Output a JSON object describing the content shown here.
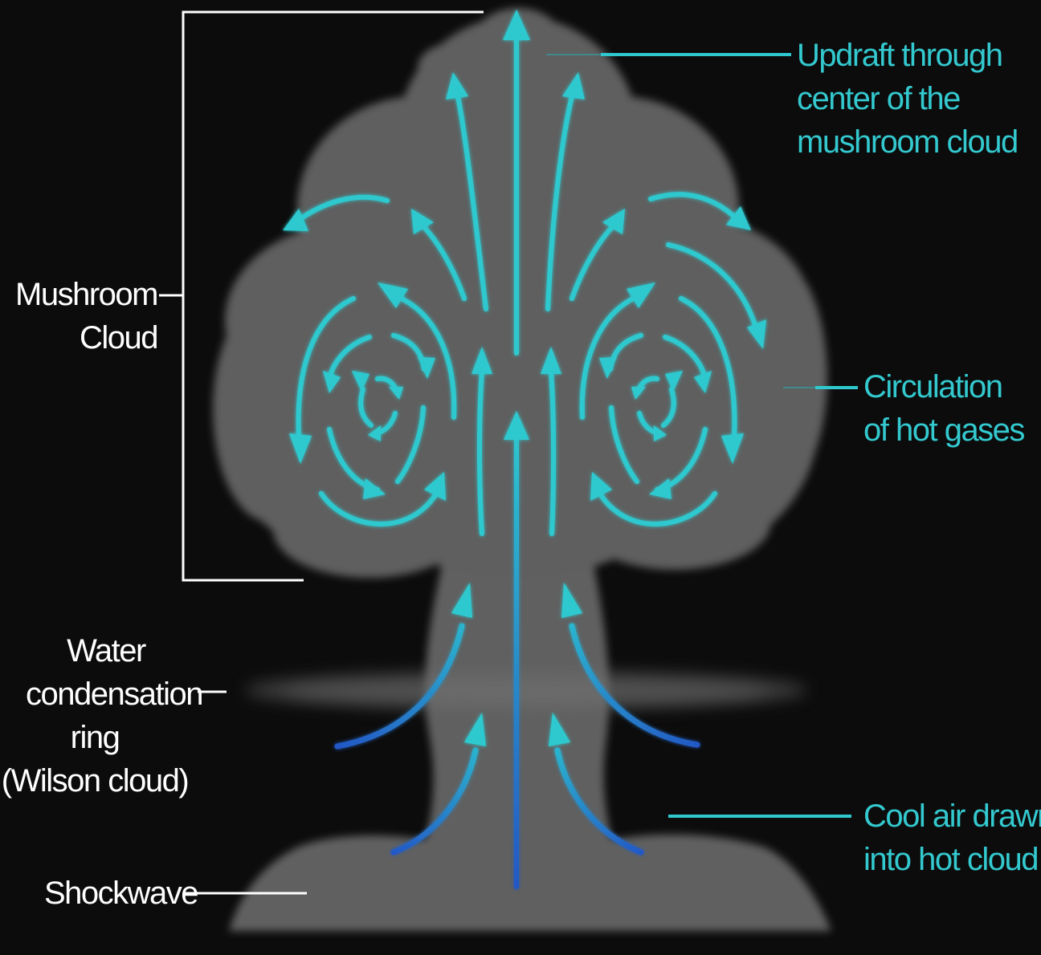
{
  "labels": {
    "mushroom_cloud": [
      "Mushroom",
      "Cloud"
    ],
    "water_ring": [
      "Water",
      "condensation",
      "ring",
      "(Wilson cloud)"
    ],
    "shockwave": [
      "Shockwave"
    ],
    "updraft": [
      "Updraft through",
      "center of the",
      "mushroom cloud"
    ],
    "circulation": [
      "Circulation",
      "of hot gases"
    ],
    "cool_air": [
      "Cool air drawn",
      "into hot cloud"
    ]
  },
  "colors": {
    "background": "#0c0c0c",
    "cloud": "#5e5e5e",
    "cyan_arrow": "#2ec9cf",
    "blue_arrow": "#2469c9",
    "white_text": "#ffffff",
    "teal_text": "#33c9cf"
  }
}
